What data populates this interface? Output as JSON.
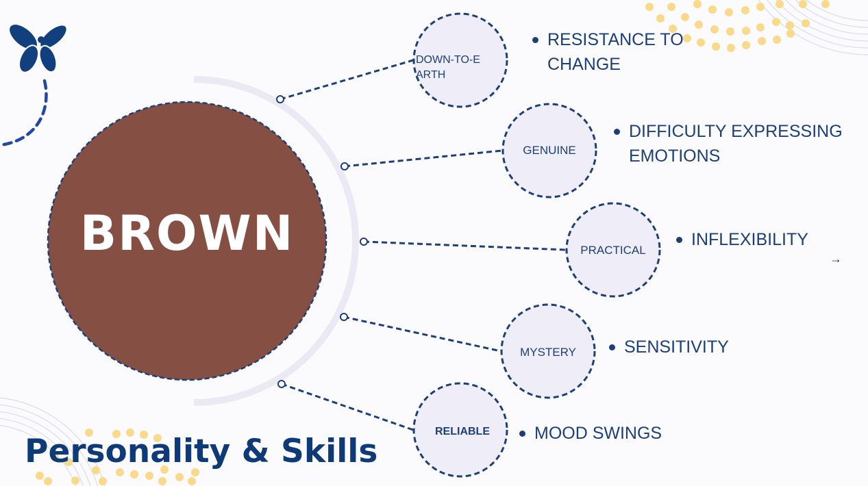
{
  "center": {
    "label": "BROWN"
  },
  "title": "Personality & Skills",
  "nodes": [
    {
      "label": "DOWN-TO-EARTH",
      "trait_line1": "RESISTANCE TO",
      "trait_line2": "CHANGE"
    },
    {
      "label": "GENUINE",
      "trait_line1": "DIFFICULTY EXPRESSING",
      "trait_line2": "EMOTIONS"
    },
    {
      "label": "PRACTICAL",
      "trait_line1": "INFLEXIBILITY"
    },
    {
      "label": "MYSTERY",
      "trait_line1": "SENSITIVITY"
    },
    {
      "label": "RELIABLE",
      "trait_line1": "MOOD SWINGS"
    }
  ],
  "nav": {
    "next_arrow": "→"
  },
  "colors": {
    "navy": "#1d3f78",
    "brown": "#864f43",
    "node_fill": "#efedf8",
    "dots": "#f9d98c"
  }
}
